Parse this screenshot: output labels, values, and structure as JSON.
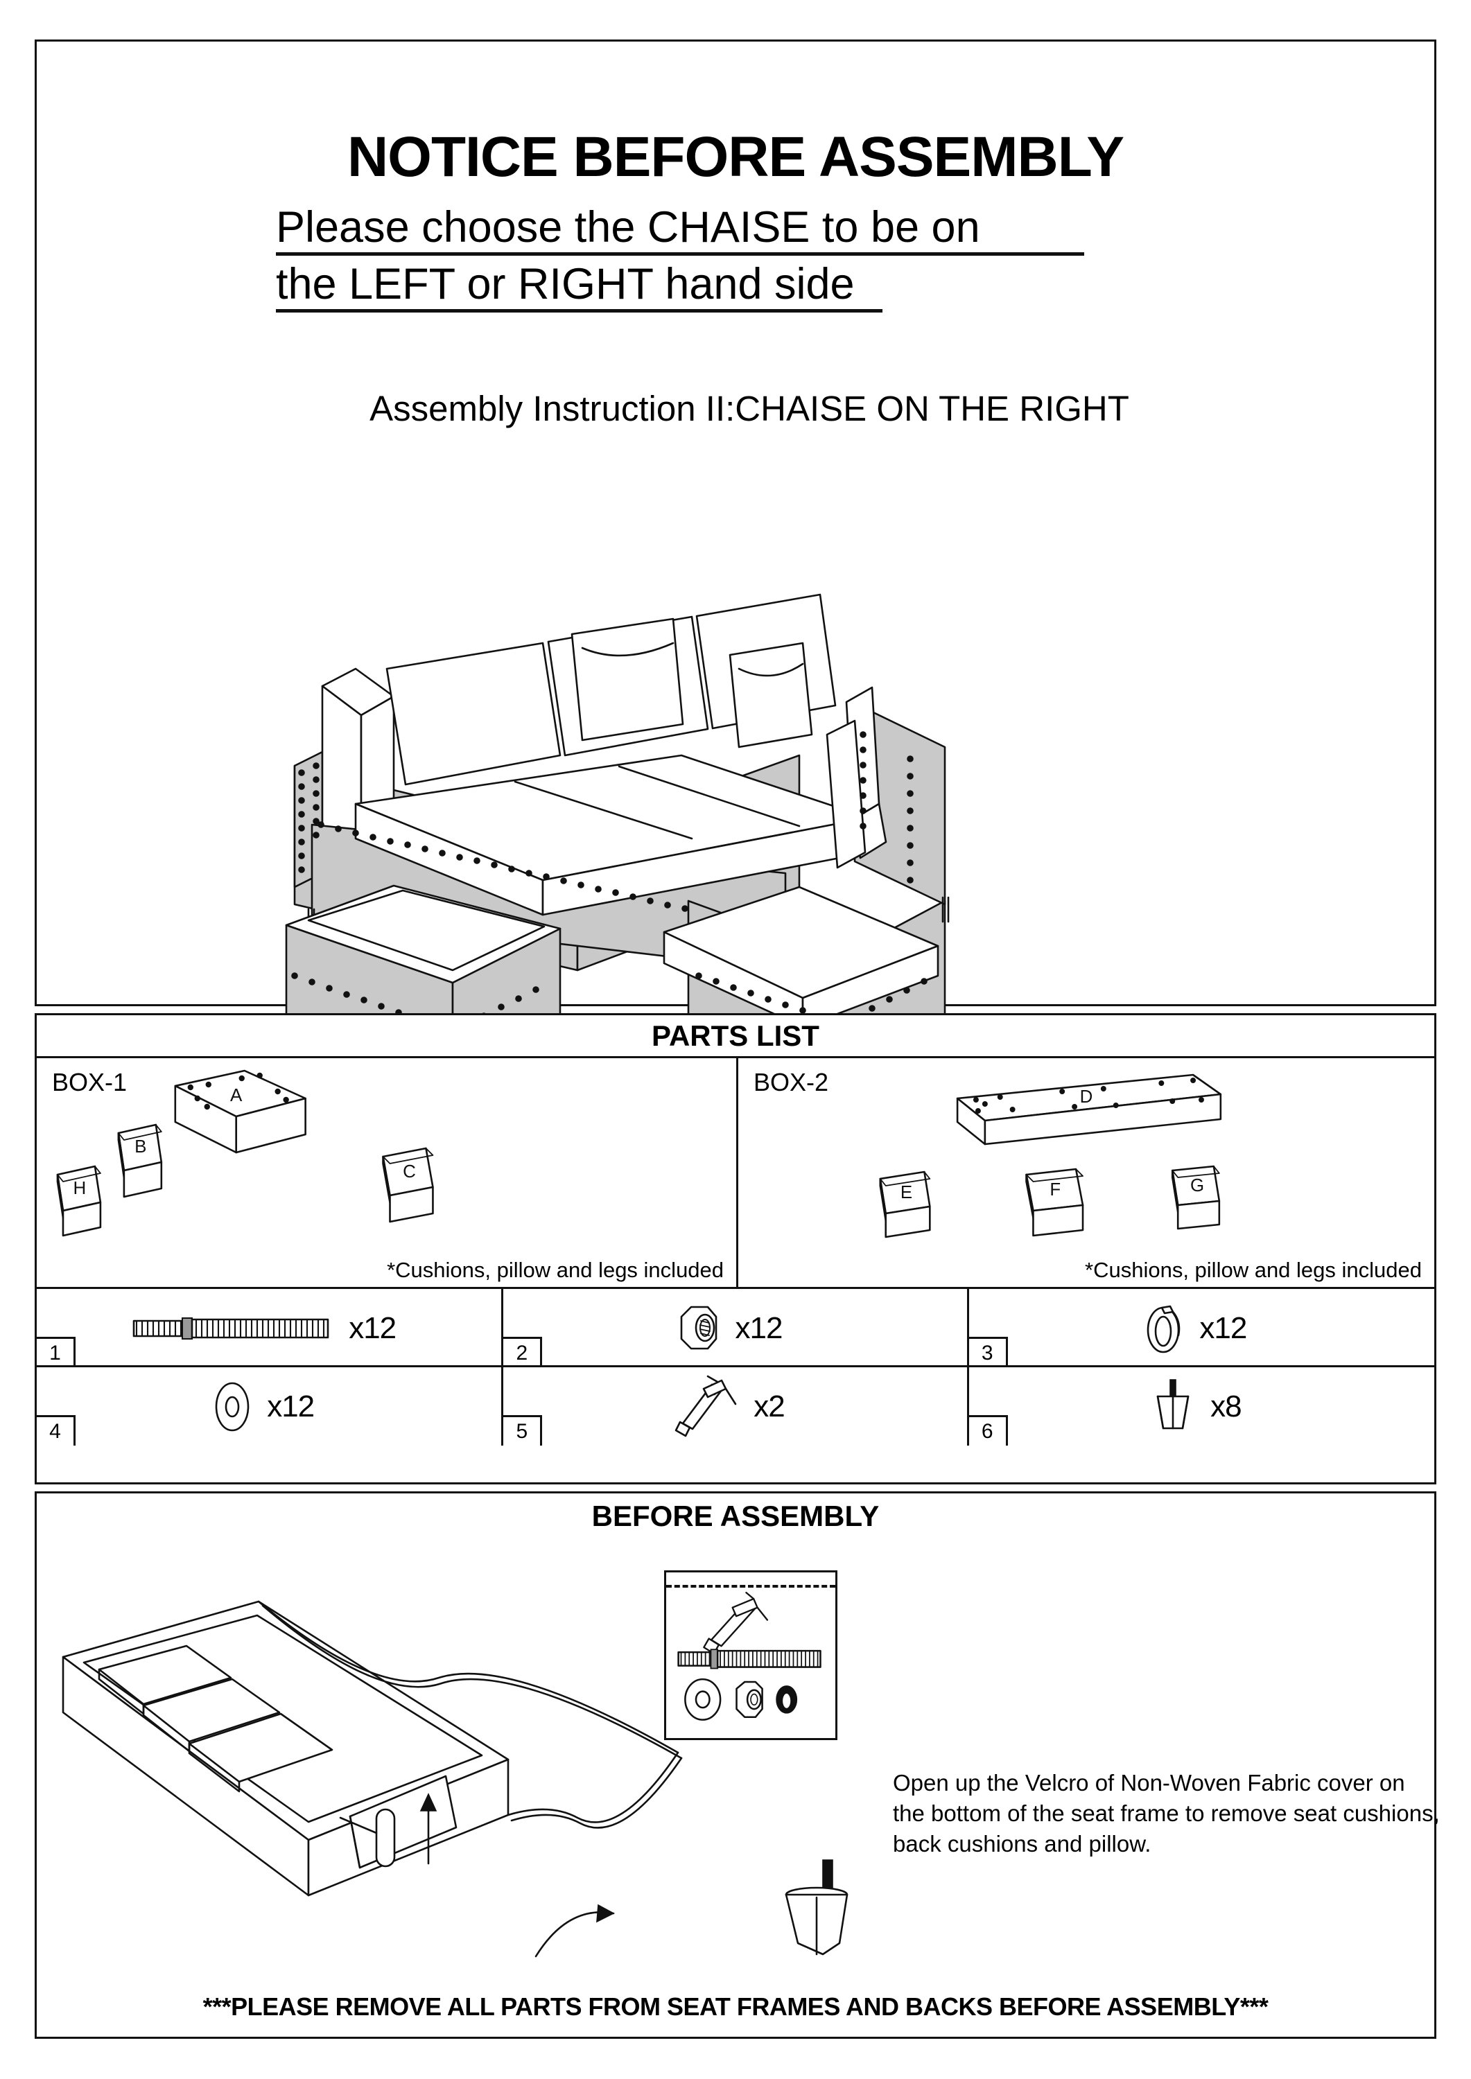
{
  "notice": {
    "title": "NOTICE BEFORE ASSEMBLY",
    "subtitle_line1": "Please choose the CHAISE to be on",
    "subtitle_line2": "the LEFT or RIGHT hand side",
    "instruction": "Assembly Instruction  II:CHAISE ON THE RIGHT",
    "product_icon": "sectional-sofa-with-right-chaise-and-ottoman"
  },
  "parts_list": {
    "header": "PARTS LIST",
    "boxes": [
      {
        "label": "BOX-1",
        "note": "*Cushions, pillow and legs included",
        "parts": [
          "A",
          "B",
          "C",
          "H"
        ]
      },
      {
        "label": "BOX-2",
        "note": "*Cushions, pillow and legs included",
        "parts": [
          "D",
          "E",
          "F",
          "G"
        ]
      }
    ],
    "hardware": [
      {
        "number": "1",
        "qty": "x12",
        "icon": "double-thread-bolt-icon"
      },
      {
        "number": "2",
        "qty": "x12",
        "icon": "hex-nut-icon"
      },
      {
        "number": "3",
        "qty": "x12",
        "icon": "spring-lock-washer-icon"
      },
      {
        "number": "4",
        "qty": "x12",
        "icon": "flat-washer-icon"
      },
      {
        "number": "5",
        "qty": "x2",
        "icon": "t-wrench-icon"
      },
      {
        "number": "6",
        "qty": "x8",
        "icon": "sofa-leg-icon"
      }
    ]
  },
  "before_assembly": {
    "header": "BEFORE ASSEMBLY",
    "instruction": "Open up the Velcro of Non-Woven Fabric cover on the bottom of the seat frame to remove seat cushions, back cushions and pillow.",
    "warning": "***PLEASE REMOVE ALL PARTS FROM SEAT FRAMES AND BACKS BEFORE ASSEMBLY***",
    "frame_icon": "seat-frame-with-velcro-cover-icon",
    "kit_icon": "hardware-kit-icon",
    "leg_icon": "sofa-leg-icon"
  },
  "colors": {
    "line": "#111111",
    "shade": "#c9c9c9",
    "background": "#ffffff"
  }
}
